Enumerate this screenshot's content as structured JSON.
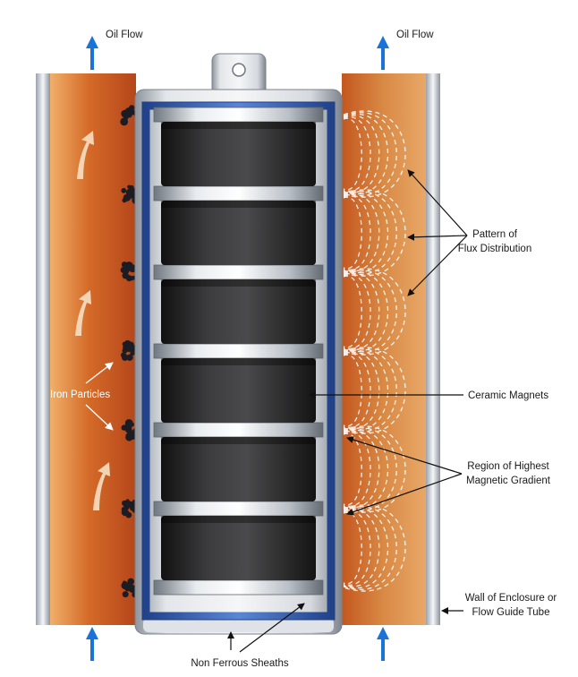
{
  "labels": {
    "oil_flow_left": "Oil Flow",
    "oil_flow_right": "Oil Flow",
    "flux_pattern_line1": "Pattern of",
    "flux_pattern_line2": "Flux Distribution",
    "ceramic_magnets": "Ceramic Magnets",
    "gradient_line1": "Region of Highest",
    "gradient_line2": "Magnetic Gradient",
    "iron_particles": "Iron Particles",
    "wall_line1": "Wall of Enclosure or",
    "wall_line2": "Flow Guide Tube",
    "sheaths": "Non Ferrous Sheaths"
  },
  "colors": {
    "flow_arrow": "#1a73d9",
    "oil_dark": "#b5461a",
    "oil_light": "#f3b873",
    "magnet": "#2a2a2a",
    "sheath": "#3a64b8",
    "tube": "#c9ced6"
  },
  "magnet_count": 6,
  "icons": {
    "flow_arrow": "up-arrow-icon",
    "flow_direction": "curved-arrow-icon"
  }
}
